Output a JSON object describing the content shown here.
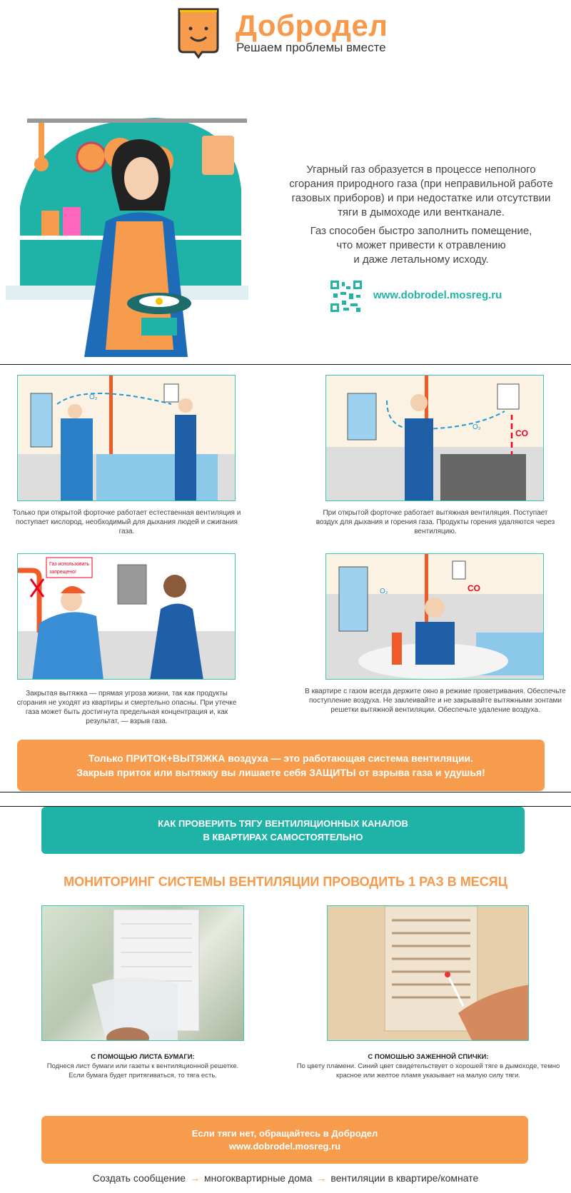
{
  "header": {
    "brand": "Добродел",
    "tagline": "Решаем проблемы вместе"
  },
  "intro": {
    "p1": [
      "Угарный газ образуется в процессе неполного",
      "сгорания природного газа (при неправильной работе",
      "газовых приборов) и при недостатке или отсутствии",
      "тяги в дымоходе или вентканале."
    ],
    "p2": [
      "Газ способен быстро заполнить помещение,",
      "что может привести к отравлению",
      "и даже летальному исходу."
    ],
    "url": "www.dobrodel.mosreg.ru"
  },
  "panels": [
    {
      "caption": "Только при открытой форточке работает естественная вентиляция и поступает кислород, необходимый для дыхания людей и сжигания газа.",
      "labels": [
        "O₂"
      ]
    },
    {
      "caption": "При открытой форточке работает вытяжная вентиляция. Поступает воздух для дыхания и горения газа. Продукты горения удаляются через вентиляцию.",
      "labels": [
        "O₂",
        "CO"
      ]
    },
    {
      "caption": "Закрытая вытяжка — прямая угроза жизни, так как продукты сгорания не уходят из квартиры и смертельно опасны. При утечке газа может быть достигнута предельная концентрация и, как результат, — взрыв газа.",
      "labels": [
        "Газ использовать запрещено!"
      ]
    },
    {
      "caption": "В квартире с газом всегда держите окно в режиме проветривания. Обеспечьте поступление воздуха. Не заклеивайте и не закрывайте вытяжными зонтами решетки вытяжной вентиляции. Обеспечьте удаление воздуха.",
      "labels": [
        "O₂",
        "CO"
      ]
    }
  ],
  "banner": {
    "line1": "Только ПРИТОК+ВЫТЯЖКА воздуха — это работающая система вентиляции.",
    "line2": "Закрыв приток или вытяжку вы лишаете себя ЗАЩИТЫ от взрыва газа и удушья!"
  },
  "check": {
    "line1": "КАК ПРОВЕРИТЬ ТЯГУ ВЕНТИЛЯЦИОННЫХ КАНАЛОВ",
    "line2": "В КВАРТИРАХ САМОСТОЯТЕЛЬНО"
  },
  "monitoring": "МОНИТОРИНГ СИСТЕМЫ ВЕНТИЛЯЦИИ ПРОВОДИТЬ 1 РАЗ В МЕСЯЦ",
  "methods": [
    {
      "title": "С ПОМОЩЬЮ ЛИСТА БУМАГИ:",
      "text": "Поднеся лист бумаги или газеты к вентиляционной решетке. Если бумага будет притягиваться, то тяга есть."
    },
    {
      "title": "С ПОМОШЬЮ ЗАЖЕННОЙ СПИЧКИ:",
      "text": "По цвету пламени. Синий цвет свидетельствует о хорошей тяге в дымоходе, темно красное или желтое пламя указывает на малую силу тяги."
    }
  ],
  "contact": {
    "line1": "Если тяги нет, обращайтесь в Добродел",
    "line2": "www.dobrodel.mosreg.ru"
  },
  "footer": {
    "step1": "Создать сообщение",
    "step2": "многоквартирные дома",
    "step3": "вентиляции в квартире/комнате",
    "arrow": "→"
  },
  "colors": {
    "orange": "#f79c4d",
    "teal": "#1eb3a6"
  }
}
